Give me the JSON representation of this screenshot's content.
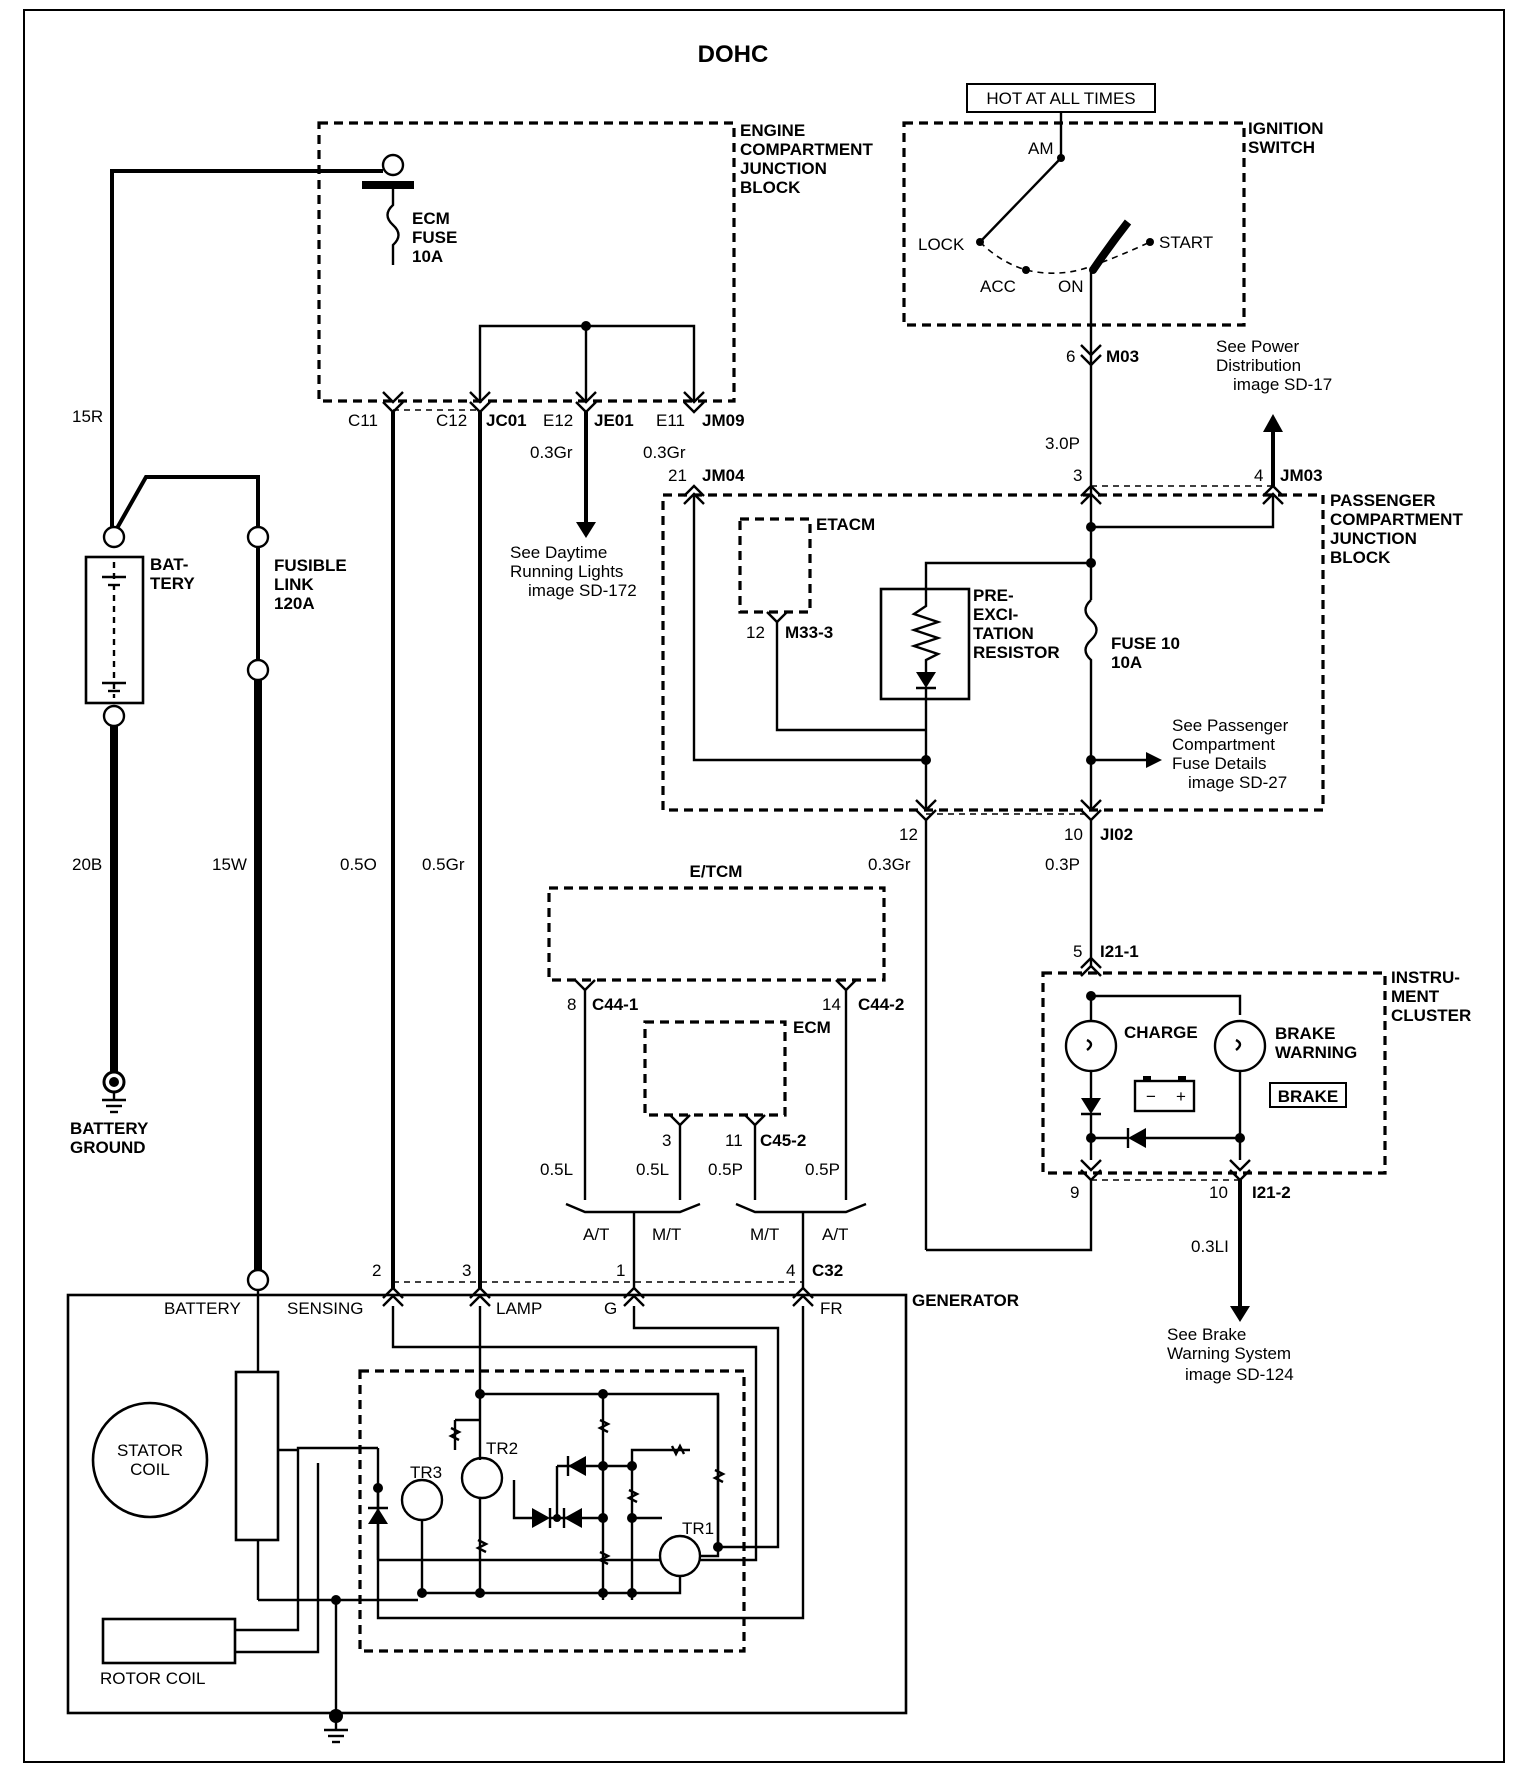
{
  "title": "DOHC",
  "hot_label": "HOT AT ALL TIMES",
  "blocks": {
    "ecjb": [
      "ENGINE",
      "COMPARTMENT",
      "JUNCTION",
      "BLOCK"
    ],
    "ignition": [
      "IGNITION",
      "SWITCH"
    ],
    "pcjb": [
      "PASSENGER",
      "COMPARTMENT",
      "JUNCTION",
      "BLOCK"
    ],
    "etacm": "ETACM",
    "etcm": "E/TCM",
    "ecm": "ECM",
    "cluster": [
      "INSTRU-",
      "MENT",
      "CLUSTER"
    ],
    "generator": "GENERATOR"
  },
  "ignition_positions": {
    "am": "AM",
    "lock": "LOCK",
    "acc": "ACC",
    "on": "ON",
    "start": "START"
  },
  "fuses": {
    "ecm": [
      "ECM",
      "FUSE",
      "10A"
    ],
    "fuse10": [
      "FUSE 10",
      "10A"
    ],
    "fusible": [
      "FUSIBLE",
      "LINK",
      "120A"
    ]
  },
  "battery": {
    "label": [
      "BAT-",
      "TERY"
    ],
    "ground": [
      "BATTERY",
      "GROUND"
    ]
  },
  "resistor": [
    "PRE-",
    "EXCI-",
    "TATION",
    "RESISTOR"
  ],
  "wires": {
    "w15r": "15R",
    "w20b": "20B",
    "w15w": "15W",
    "w05o": "0.5O",
    "w05gr": "0.5Gr",
    "w03gr_a": "0.3Gr",
    "w03gr_b": "0.3Gr",
    "w03gr_c": "0.3Gr",
    "w30p": "3.0P",
    "w03p": "0.3P",
    "w05l_a": "0.5L",
    "w05l_b": "0.5L",
    "w05p_a": "0.5P",
    "w05p_b": "0.5P",
    "w03li": "0.3LI"
  },
  "connectors": {
    "c11": "C11",
    "c12": "C12",
    "jc01": "JC01",
    "e12": "E12",
    "je01": "JE01",
    "e11": "E11",
    "jm09": "JM09",
    "p21": "21",
    "jm04": "JM04",
    "p6": "6",
    "m03": "M03",
    "p3": "3",
    "p4": "4",
    "jm03": "JM03",
    "p12a": "12",
    "m33": "M33-3",
    "p12b": "12",
    "p10": "10",
    "ji02": "JI02",
    "p5": "5",
    "i21_1": "I21-1",
    "p9": "9",
    "p10b": "10",
    "i21_2": "I21-2",
    "p8": "8",
    "c44_1": "C44-1",
    "p14": "14",
    "c44_2": "C44-2",
    "p3b": "3",
    "p11": "11",
    "c45_2": "C45-2",
    "g2": "2",
    "g3": "3",
    "g1": "1",
    "g4": "4",
    "c32": "C32"
  },
  "branches": {
    "at1": "A/T",
    "mt1": "M/T",
    "mt2": "M/T",
    "at2": "A/T"
  },
  "generator_terminals": {
    "battery": "BATTERY",
    "sensing": "SENSING",
    "lamp": "LAMP",
    "g": "G",
    "fr": "FR"
  },
  "generator_parts": {
    "stator": [
      "STATOR",
      "COIL"
    ],
    "rotor": "ROTOR COIL",
    "tr1": "TR1",
    "tr2": "TR2",
    "tr3": "TR3"
  },
  "cluster_lamps": {
    "charge": "CHARGE",
    "brake": [
      "BRAKE",
      "WARNING"
    ],
    "brake_badge": "BRAKE"
  },
  "refs": {
    "power": [
      "See Power",
      "Distribution",
      "image SD-17"
    ],
    "drl": [
      "See Daytime",
      "Running Lights",
      "image SD-172"
    ],
    "pcfuse": [
      "See Passenger",
      "Compartment",
      "Fuse Details",
      "image SD-27"
    ],
    "brakesys": [
      "See Brake",
      "Warning System",
      "image SD-124"
    ]
  }
}
